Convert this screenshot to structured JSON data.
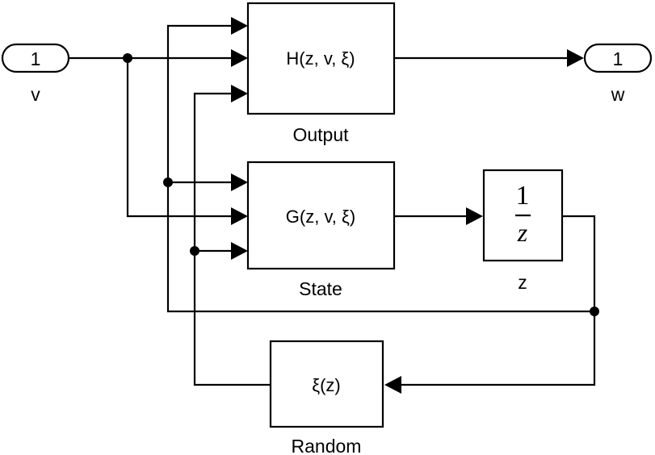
{
  "diagram": {
    "inport": {
      "number": "1",
      "name": "v"
    },
    "outport": {
      "number": "1",
      "name": "w"
    },
    "blocks": {
      "output": {
        "expression": "H(z, v, ξ)",
        "name": "Output"
      },
      "state": {
        "expression": "G(z, v, ξ)",
        "name": "State"
      },
      "delay": {
        "numerator": "1",
        "denominator": "z",
        "name": "z"
      },
      "random": {
        "expression": "ξ(z)",
        "name": "Random"
      }
    },
    "connections": [
      {
        "from": "inport-v",
        "to": "output.in2"
      },
      {
        "from": "inport-v",
        "to": "state.in2"
      },
      {
        "from": "delay.out",
        "to": "output.in1"
      },
      {
        "from": "delay.out",
        "to": "state.in1"
      },
      {
        "from": "delay.out",
        "to": "random.in"
      },
      {
        "from": "random.out",
        "to": "output.in3"
      },
      {
        "from": "random.out",
        "to": "state.in3"
      },
      {
        "from": "state.out",
        "to": "delay.in"
      },
      {
        "from": "output.out",
        "to": "outport-w"
      }
    ]
  }
}
